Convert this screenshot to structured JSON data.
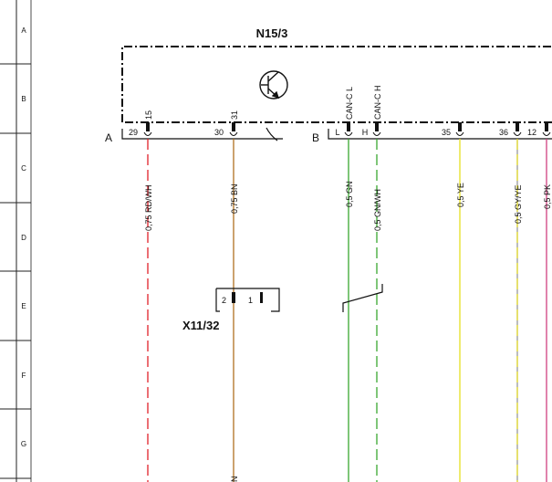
{
  "component_title": "N15/3",
  "connector_a_label": "A",
  "connector_b_label": "B",
  "connector_ref": "X11/32",
  "connector_ref_color": "#2f4fa0",
  "row_labels": [
    "A",
    "B",
    "C",
    "D",
    "E",
    "F",
    "G"
  ],
  "pins": [
    {
      "pin": "29",
      "terminal": "15",
      "wire": "0,75 RD/WH",
      "color": "#e0202a",
      "dash": true
    },
    {
      "pin": "30",
      "terminal": "31",
      "wire": "0,75 BN",
      "color": "#b07020",
      "dash": false
    },
    {
      "pin": "L",
      "terminal": "CAN-C L",
      "wire": "0,5 GN",
      "color": "#3aa830",
      "dash": false
    },
    {
      "pin": "H",
      "terminal": "CAN-C H",
      "wire": "0,5 GN/WH",
      "color": "#3aa830",
      "dash": true
    },
    {
      "pin": "35",
      "terminal": "",
      "wire": "0,5 YE",
      "color": "#e6e020",
      "dash": false
    },
    {
      "pin": "36",
      "terminal": "",
      "wire": "0,5 GY/YE",
      "color": "#d8d020",
      "dash": true
    },
    {
      "pin": "12",
      "terminal": "",
      "wire": "0,5 PK",
      "color": "#d04080",
      "dash": false
    }
  ],
  "plug_pins": [
    "2",
    "1"
  ],
  "bottom_mark": "N"
}
